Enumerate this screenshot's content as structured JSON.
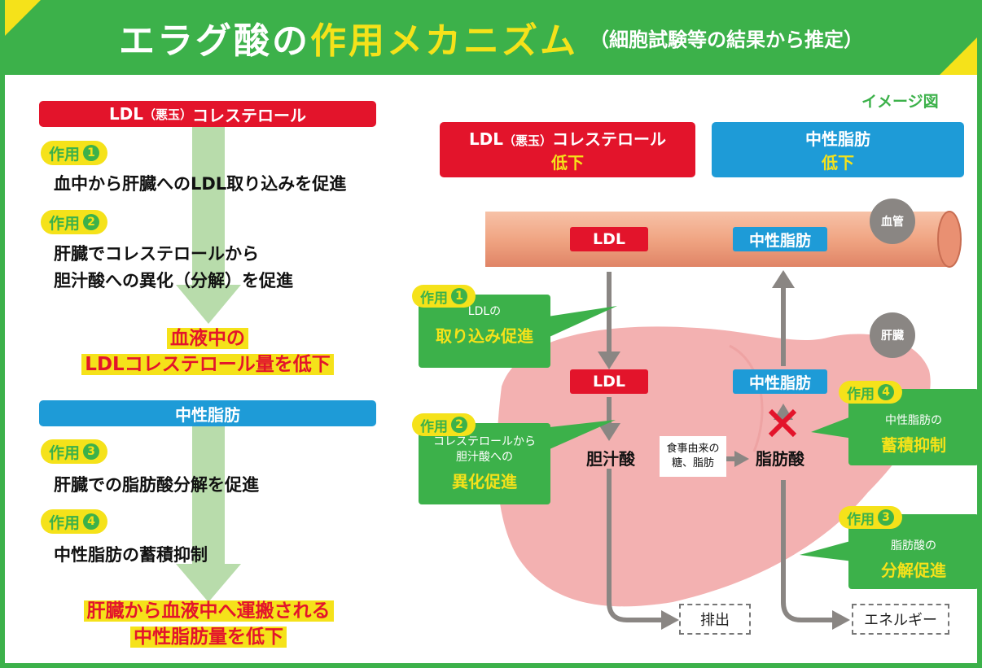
{
  "title": {
    "part1": "エラグ酸の",
    "part2": "作用メカニズム",
    "sub": "（細胞試験等の結果から推定）"
  },
  "left": {
    "ldl_header": "LDL",
    "ldl_header_small": "（悪玉）",
    "ldl_header_rest": "コレステロール",
    "action1_label": "作用",
    "action1_num": "1",
    "action1_text": "血中から肝臓へのLDL取り込みを促進",
    "action2_label": "作用",
    "action2_num": "2",
    "action2_text_line1": "肝臓でコレステロールから",
    "action2_text_line2": "胆汁酸への異化（分解）を促進",
    "result1_line1": "血液中の",
    "result1_line2": "LDLコレステロール量を低下",
    "tg_header": "中性脂肪",
    "action3_label": "作用",
    "action3_num": "3",
    "action3_text": "肝臓での脂肪酸分解を促進",
    "action4_label": "作用",
    "action4_num": "4",
    "action4_text": "中性脂肪の蓄積抑制",
    "result2_line1": "肝臓から血液中へ運搬される",
    "result2_line2": "中性脂肪量を低下"
  },
  "right": {
    "image_note": "イメージ図",
    "box_ldl_main": "LDL",
    "box_ldl_small": "（悪玉）",
    "box_ldl_rest": "コレステロール",
    "box_ldl_down": "低下",
    "box_tg_main": "中性脂肪",
    "box_tg_down": "低下",
    "vessel_label": "血管",
    "liver_label": "肝臓",
    "vessel_ldl": "LDL",
    "vessel_tg": "中性脂肪",
    "liver_ldl": "LDL",
    "liver_tg": "中性脂肪",
    "bile_acid": "胆汁酸",
    "fatty_acid": "脂肪酸",
    "diet_line1": "食事由来の",
    "diet_line2": "糖、脂肪",
    "excrete": "排出",
    "energy": "エネルギー",
    "a1_label": "作用",
    "a1_num": "1",
    "a1_small": "LDLの",
    "a1_big": "取り込み促進",
    "a2_label": "作用",
    "a2_num": "2",
    "a2_small1": "コレステロールから",
    "a2_small2": "胆汁酸への",
    "a2_big": "異化促進",
    "a4_label": "作用",
    "a4_num": "4",
    "a4_small": "中性脂肪の",
    "a4_big": "蓄積抑制",
    "a3_label": "作用",
    "a3_num": "3",
    "a3_small": "脂肪酸の",
    "a3_big": "分解促進"
  },
  "colors": {
    "green": "#3cb14a",
    "yellow": "#f5e21a",
    "red": "#e3142b",
    "blue": "#1e9bd7",
    "arrow_gray": "#8a8683",
    "liver": "#f2a9a9",
    "vessel": "#f0a583"
  }
}
